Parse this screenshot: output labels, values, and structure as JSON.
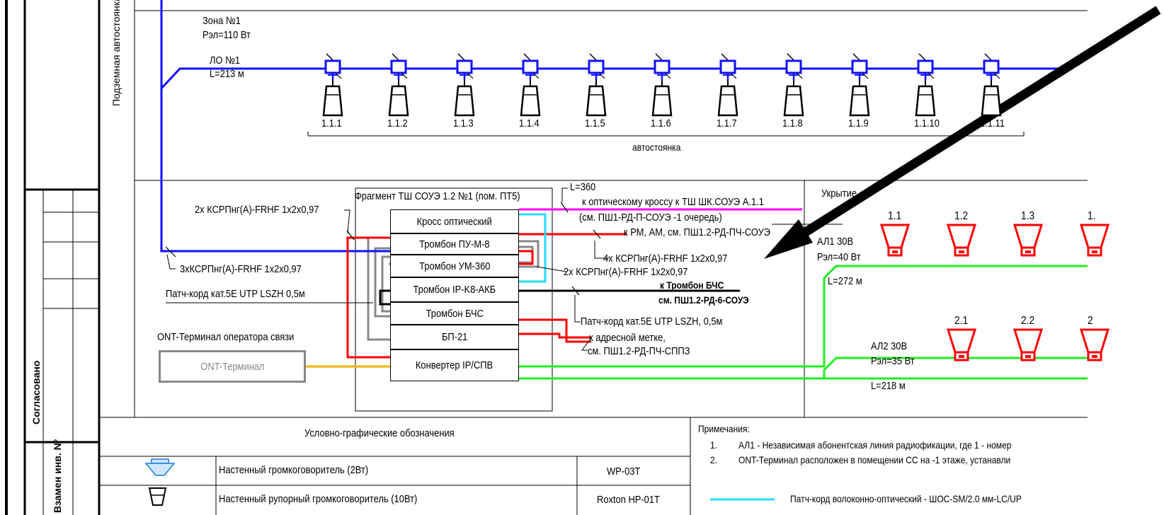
{
  "sidebar": {
    "vertical_title": "Подземная автостоянка",
    "soglasovano": "Согласовано",
    "inv_label": "Взамен инв. N°"
  },
  "zone": {
    "name": "Зона №1",
    "power": "Рэл=110 Вт",
    "line_name": "ЛО №1",
    "line_length": "L=213 м",
    "speakers": [
      "1.1.1",
      "1.1.2",
      "1.1.3",
      "1.1.4",
      "1.1.5",
      "1.1.6",
      "1.1.7",
      "1.1.8",
      "1.1.9",
      "1.1.10",
      "1.1.11"
    ],
    "area_label": "автостоянка"
  },
  "cabinet": {
    "title": "Фрагмент ТШ СОУЭ 1.2 №1 (пом. ПТ5)",
    "modules": [
      "Кросс оптический",
      "Тромбон ПУ-М-8",
      "Тромбон УМ-360",
      "Тромбон IP-K8-АКБ",
      "Тромбон БЧС",
      "БП-21",
      "Конвертер IP/СПВ"
    ]
  },
  "labels": {
    "cable_2x_top": "2х КСРПнг(А)-FRHF 1х2х0,97",
    "cable_3x": "3хКСРПнг(А)-FRHF 1х2х0,97",
    "patch_left": "Патч-корд кат.5Е UTP LSZH 0,5м",
    "ont_title": "ONT-Терминал оператора связи",
    "ont_box": "ONT-Терминал",
    "l360": "L=360",
    "to_cross_1": "к оптическому кроссу к ТШ ШК.СОУЭ А.1.1",
    "to_cross_2": "(см. ПШ1-РД-П-СОУЭ -1 очередь)",
    "to_rm": "к РМ, АМ, см. ПШ1.2-РД-ПЧ-СОУЭ",
    "cable_4x": "4х КСРПнг(А)-FRHF 1х2х0,97",
    "cable_2x_mid": "2х КСРПнг(А)-FRHF 1х2х0,97",
    "bchs_1": "к Тромбон БЧС",
    "bchs_2": "см. ПШ1.2-РД-6-СОУЭ",
    "patch_right": "Патч-корд кат.5Е UTP LSZH, 0,5м",
    "addr_1": "к адресной метке,",
    "addr_2": "см. ПШ1.2-РД-ПЧ-СППЗ"
  },
  "shelter": {
    "title": "Укрытие",
    "al1": "АЛ1 30В",
    "al1_power": "Рэл=40 Вт",
    "al1_length": "L=272 м",
    "al1_speakers": [
      "1.1",
      "1.2",
      "1.3",
      "1."
    ],
    "al2": "АЛ2 30В",
    "al2_power": "Рэл=35 Вт",
    "al2_length": "L=218 м",
    "al2_speakers": [
      "2.1",
      "2.2",
      "2"
    ]
  },
  "legend": {
    "title": "Условно-графические обозначения",
    "rows": [
      {
        "desc": "Настенный громкоговоритель (2Вт)",
        "model": "WP-03T"
      },
      {
        "desc": "Настенный рупорный громкоговоритель (10Вт)",
        "model": "Roxton HP-01T"
      }
    ]
  },
  "notes": {
    "title": "Примечания:",
    "items": [
      {
        "num": "1.",
        "text": "АЛ1 - Независимая абонентская линия радиофикации, где 1 - номер"
      },
      {
        "num": "2.",
        "text": "ONT-Терминал  расположен в помещении СС на -1 этаже, устанавли"
      }
    ],
    "fiber_patch": "Патч-корд волоконно-оптический -  ШОС-SM/2.0 мм-LC/UP"
  },
  "colors": {
    "blue": "#1010ff",
    "red": "#ff0000",
    "green": "#22ee22",
    "cyan": "#22ddff",
    "magenta": "#ff00ff",
    "orange": "#ffb000",
    "gray": "#888888"
  }
}
